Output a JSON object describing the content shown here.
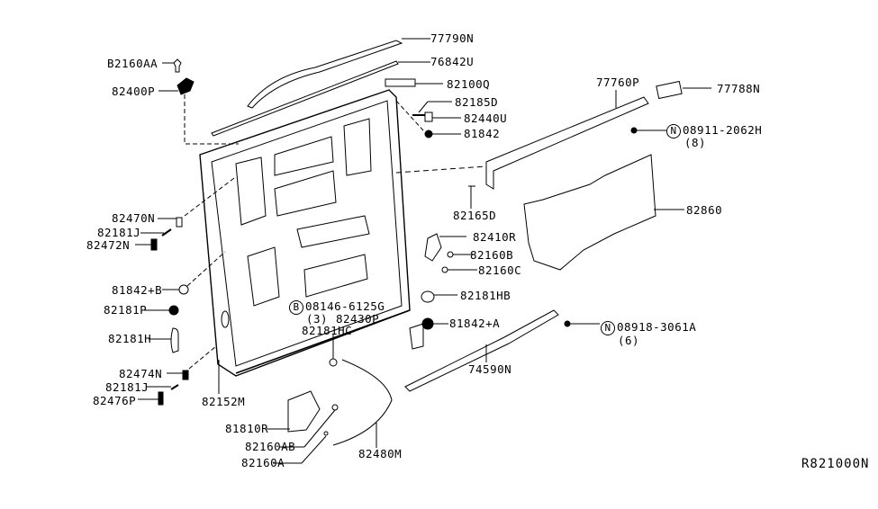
{
  "diagram": {
    "title": "Back Door Panel & Fitting",
    "reference_code": "R821000N",
    "parts": [
      {
        "id": "p1",
        "label": "B2160AA"
      },
      {
        "id": "p2",
        "label": "82400P"
      },
      {
        "id": "p3",
        "label": "77790N"
      },
      {
        "id": "p4",
        "label": "76842U"
      },
      {
        "id": "p5",
        "label": "82100Q"
      },
      {
        "id": "p6",
        "label": "82185D"
      },
      {
        "id": "p7",
        "label": "82440U"
      },
      {
        "id": "p8",
        "label": "81842"
      },
      {
        "id": "p9",
        "label": "77760P"
      },
      {
        "id": "p10",
        "label": "77788N"
      },
      {
        "id": "p11",
        "label": "08911-2062H",
        "prefix": "N",
        "qty": "(8)"
      },
      {
        "id": "p12",
        "label": "82165D"
      },
      {
        "id": "p13",
        "label": "82860"
      },
      {
        "id": "p14",
        "label": "82410R"
      },
      {
        "id": "p15",
        "label": "82160B"
      },
      {
        "id": "p16",
        "label": "82160C"
      },
      {
        "id": "p17",
        "label": "82181HB"
      },
      {
        "id": "p18",
        "label": "82470N"
      },
      {
        "id": "p19",
        "label": "82181J"
      },
      {
        "id": "p20",
        "label": "82472N"
      },
      {
        "id": "p21",
        "label": "81842+B"
      },
      {
        "id": "p22",
        "label": "82181P"
      },
      {
        "id": "p23",
        "label": "82181H"
      },
      {
        "id": "p24",
        "label": "08146-6125G",
        "prefix": "B",
        "qty": "(3)"
      },
      {
        "id": "p25",
        "label": "82430P"
      },
      {
        "id": "p26",
        "label": "82181HC"
      },
      {
        "id": "p27",
        "label": "81842+A"
      },
      {
        "id": "p28",
        "label": "08918-3061A",
        "prefix": "N",
        "qty": "(6)"
      },
      {
        "id": "p29",
        "label": "74590N"
      },
      {
        "id": "p30",
        "label": "82474N"
      },
      {
        "id": "p31",
        "label": "82181J"
      },
      {
        "id": "p32",
        "label": "82476P"
      },
      {
        "id": "p33",
        "label": "82152M"
      },
      {
        "id": "p34",
        "label": "81810R"
      },
      {
        "id": "p35",
        "label": "82160AB"
      },
      {
        "id": "p36",
        "label": "82160A"
      },
      {
        "id": "p37",
        "label": "82480M"
      }
    ]
  }
}
